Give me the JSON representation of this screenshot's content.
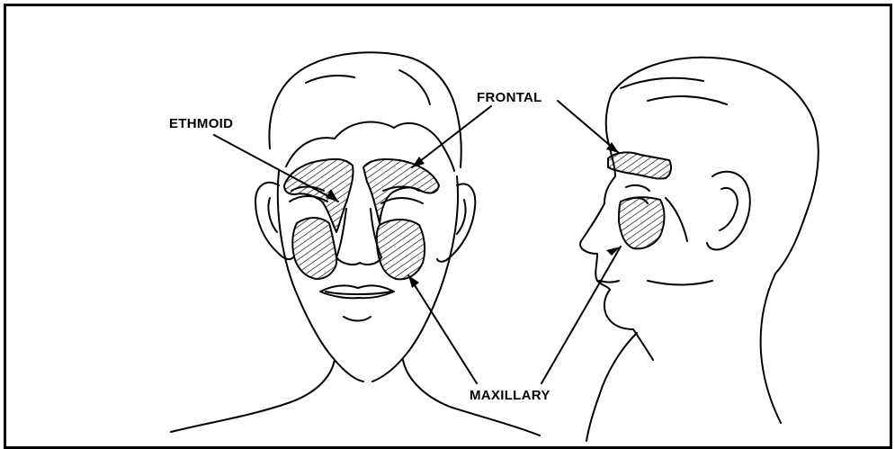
{
  "labels": {
    "ethmoid": "ETHMOID",
    "frontal": "FRONTAL",
    "maxillary": "MAXILLARY"
  },
  "colors": {
    "ink": "#000000",
    "paper": "#ffffff"
  }
}
